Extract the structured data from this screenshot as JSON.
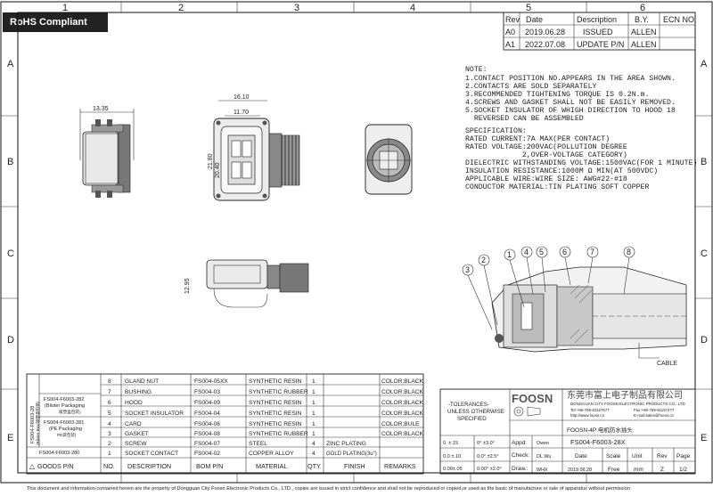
{
  "rohs_badge": "RoHS Compliant",
  "zones": {
    "columns": [
      "1",
      "2",
      "3",
      "4",
      "5",
      "6"
    ],
    "rows": [
      "A",
      "B",
      "C",
      "D",
      "E"
    ]
  },
  "revision_table": {
    "headers": [
      "Rev",
      "Date",
      "Description",
      "B.Y.",
      "ECN NO."
    ],
    "rows": [
      [
        "A0",
        "2019.06.28",
        "ISSUED",
        "ALLEN",
        ""
      ],
      [
        "A1",
        "2022.07.08",
        "UPDATE P/N",
        "ALLEN",
        ""
      ]
    ]
  },
  "notes": {
    "title": "NOTE:",
    "items": [
      "1.CONTACT POSITION NO.APPEARS IN THE AREA SHOWN.",
      "2.CONTACTS ARE SOLD SEPARATELY",
      "3.RECOMMENDED TIGHTENING TORQUE IS 0.2N.m.",
      "4.SCREWS AND GASKET SHALL NOT BE EASILY REMOVED.",
      "5.SOCKET INSULATOR OF WHIGH DIRECTION TO HOOD 18",
      "  REVERSED CAN BE ASSEMBLED"
    ]
  },
  "specification": {
    "title": "SPECIFICATION:",
    "items": [
      "RATED CURRENT:7A MAX(PER CONTACT)",
      "RATED VOLTAGE:200VAC(POLLUTION DEGREE",
      "             2,OVER-VOLTAGE CATEGORY)",
      "DIELECTRIC WITHSTANDING VOLTAGE:1500VAC(FOR 1 MINUTE)",
      "INSULATION RESISTANCE:1000M Ω MIN(AT 500VDC)",
      "APPLICABLE WIRE:WIRE SIZE: AWG#22-#18",
      "CONDUCTOR MATERIAL:TIN PLATING SOFT COPPER"
    ]
  },
  "dimensions": {
    "d1": "13.35",
    "d2": "16.10",
    "d3": "11.70",
    "d4": "21.80",
    "d5": "20.40",
    "d6": "12.95"
  },
  "callouts": [
    "1",
    "2",
    "3",
    "4",
    "5",
    "6",
    "7",
    "8"
  ],
  "cable_label": "CABLE",
  "bom": {
    "rows": [
      {
        "no": "8",
        "desc": "GLAND NUT",
        "pn": "FS004-05XX",
        "material": "SYNTHETIC RESIN",
        "qty": "1",
        "finish": "",
        "remarks": "COLOR:BLACK"
      },
      {
        "no": "7",
        "desc": "BUSHING",
        "pn": "FS004-03",
        "material": "SYNTHETIC RUBBER",
        "qty": "1",
        "finish": "",
        "remarks": "COLOR:BLACK"
      },
      {
        "no": "6",
        "desc": "HOOD",
        "pn": "FS004-09",
        "material": "SYNTHETIC RESIN",
        "qty": "1",
        "finish": "",
        "remarks": "COLOR:BLACK"
      },
      {
        "no": "5",
        "desc": "SOCKET INSULATOR",
        "pn": "FS004-04",
        "material": "SYNTHETIC RESIN",
        "qty": "1",
        "finish": "",
        "remarks": "COLOR:BLACK"
      },
      {
        "no": "4",
        "desc": "CARD",
        "pn": "FS004-06",
        "material": "SYNTHETIC RESIN",
        "qty": "1",
        "finish": "",
        "remarks": "COLOR:BULE"
      },
      {
        "no": "3",
        "desc": "GASKET",
        "pn": "FS004-08",
        "material": "SYNTHETIC RUBBER",
        "qty": "1",
        "finish": "",
        "remarks": "COLOR:BLACK"
      },
      {
        "no": "2",
        "desc": "SCREW",
        "pn": "FS004-07",
        "material": "STEEL",
        "qty": "4",
        "finish": "ZINC PLATING",
        "remarks": ""
      },
      {
        "no": "1",
        "desc": "SOCKET CONTACT",
        "pn": "FS004-02",
        "material": "COPPER ALLOY",
        "qty": "4",
        "finish": "GOLD PLATING(3u\")",
        "remarks": ""
      }
    ],
    "headers": {
      "goods": "GOODS P/N",
      "no": "NO.",
      "desc": "DESCRIPTION",
      "pn": "BOM P/N",
      "material": "MATERIAL",
      "qty": "QTY.",
      "finish": "FINISH",
      "remarks": "REMARKS"
    },
    "goods": [
      {
        "pn": "FS004-F6003-282",
        "note1": "(Blister Packaging",
        "note2": "吸塑盒包装)"
      },
      {
        "pn": "FS004-F6003-281",
        "note1": "(PE Packaging",
        "note2": "PE袋包装)"
      },
      {
        "pn": "FS004-F6003-280",
        "note1": "",
        "note2": ""
      }
    ],
    "goods_vertical": "FS004-F6003-28",
    "goods_vertical_note": "(Blister Box/吸塑盒包装)"
  },
  "title_block": {
    "tolerances": [
      "-TOLERANCES-",
      "UNLESS OTHERWISE",
      "SPECIFIED"
    ],
    "tol_rows": [
      [
        "0.  ±.15",
        "0°  ±3.0°"
      ],
      [
        "0.0  ±.10",
        "0.0°  ±2.5°"
      ],
      [
        "0.00±.05",
        "0.00°  ±2.0°"
      ]
    ],
    "logo": "FOOSN",
    "company_cn": "东莞市富上电子制品有限公司",
    "company_en": "DONGGUAN CITY FOOSN ELECTRONIC PRODUCTS CO., LTD",
    "tel": "Tel:+86-769-81157677",
    "fax": "Fax:+86-769-81157477",
    "email": "E-mail:sales@foosn.cn",
    "web": "http://www.foosn.cn",
    "title_name": "FOOSN-4P 电机防水插头",
    "appd_label": "Appd:",
    "appd_value": "Owen",
    "part_no": "FS004-F6003-28X",
    "check_label": "Check:",
    "check_value": "DL.Wu",
    "date_label": "Date",
    "scale_label": "Scale",
    "unit_label": "Unit",
    "rev_label": "Rev",
    "page_label": "Page",
    "draw_label": "Draw.:",
    "draw_value": "WHX",
    "date_value": "2019.06.28",
    "scale_value": "Free",
    "unit_value": "mm",
    "rev_value": "Z",
    "page_value": "1/2"
  },
  "footer": "This document and information contained herein are the property of Dongguan City Foosn Electronic Products Co., LTD., copies are issued in strict confidence  and shall not be reproduced or copied,or used as the basic of manufacture or sale of apparatus without permission"
}
